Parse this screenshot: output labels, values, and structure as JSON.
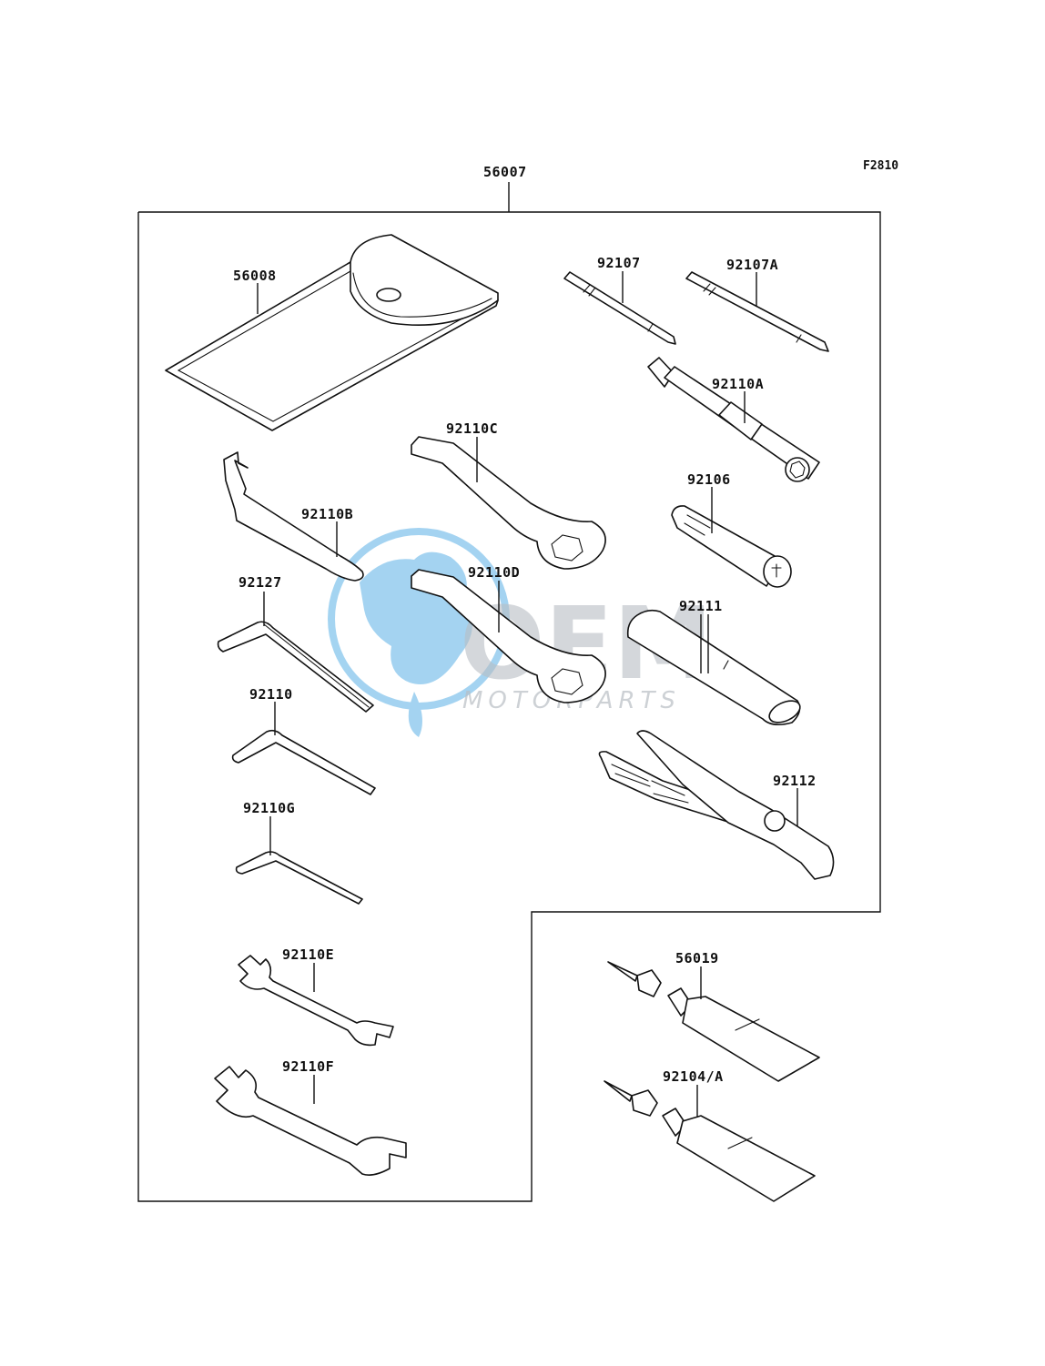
{
  "figure_code": "F2810",
  "watermark": {
    "brand": "OEM",
    "tagline": "MOTORPARTS"
  },
  "parts": {
    "p56007": "56007",
    "p56008": "56008",
    "p92107": "92107",
    "p92107A": "92107A",
    "p92110A": "92110A",
    "p92110C": "92110C",
    "p92110B": "92110B",
    "p92106": "92106",
    "p92110D": "92110D",
    "p92127": "92127",
    "p92111": "92111",
    "p92110": "92110",
    "p92112": "92112",
    "p92110G": "92110G",
    "p92110E": "92110E",
    "p56019": "56019",
    "p92110F": "92110F",
    "p92104A": "92104/A"
  },
  "colors": {
    "line": "#111111",
    "watermark_blue": "#5ab0e6",
    "watermark_gray": "#b9bec4"
  }
}
